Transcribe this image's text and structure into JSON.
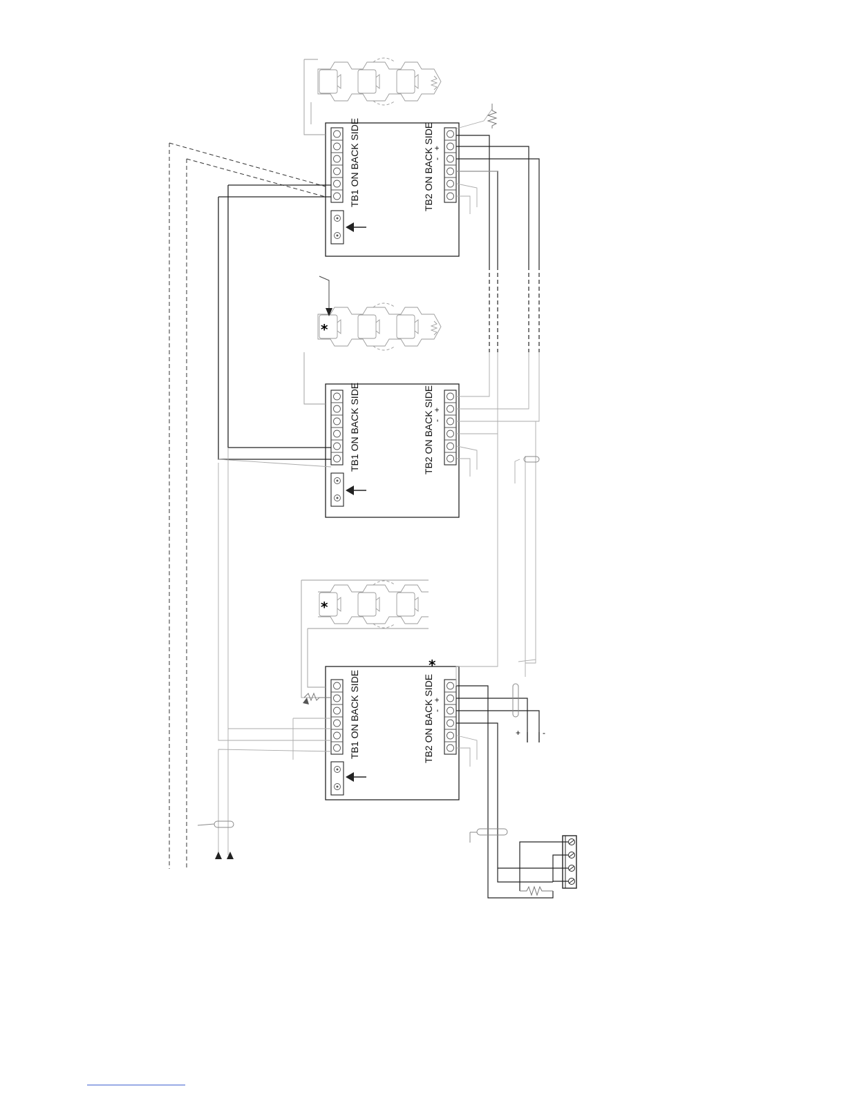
{
  "diagram": {
    "modules": [
      {
        "tb1_label": "TB1 ON BACK SIDE",
        "tb2_label": "TB2 ON BACK SIDE",
        "plus": "+",
        "minus": "-"
      },
      {
        "tb1_label": "TB1 ON BACK SIDE",
        "tb2_label": "TB2 ON BACK SIDE",
        "plus": "+",
        "minus": "-"
      },
      {
        "tb1_label": "TB1 ON BACK SIDE",
        "tb2_label": "TB2 ON BACK SIDE",
        "plus": "+",
        "minus": "-"
      }
    ],
    "asterisk": "*",
    "supply": {
      "plus": "+",
      "minus": "-"
    }
  },
  "footer_link_visible": true
}
